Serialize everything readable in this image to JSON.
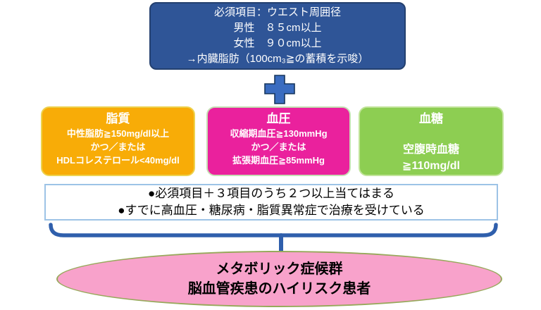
{
  "required_box": {
    "lines": [
      "必須項目：ウエスト周囲径",
      "男性　８５cm以上",
      "女性　９０cm以上",
      "→内臓脂肪（100cm₃≧の蓄積を示唆）"
    ],
    "fill_color": "#2F5597",
    "text_color": "#FFFFFF"
  },
  "plus_icon": {
    "name": "plus",
    "fill_color": "#3A6CC0",
    "border_color": "#17365D"
  },
  "criteria_boxes": [
    {
      "title": "脂質",
      "lines": [
        "中性脂肪≧150mg/dl以上",
        "かつ／または",
        "HDLコレステロール<40mg/dl"
      ],
      "fill_color": "#F8AC07",
      "border_color": "#EDD24F"
    },
    {
      "title": "血圧",
      "lines": [
        "収縮期血圧≧130mmHg",
        "かつ／または",
        "拡張期血圧≧85mmHg"
      ],
      "fill_color": "#EA219D",
      "border_color": "#C5E0B4"
    },
    {
      "title": "血糖",
      "lines": [
        "空腹時血糖",
        "≧110mg/dl"
      ],
      "fill_color": "#8DCE52",
      "border_color": "#C2E49B"
    }
  ],
  "condition_box": {
    "lines": [
      "●必須項目＋３項目のうち２つ以上当てはまる",
      "●すでに高血圧・糖尿病・脂質異常症で治療を受けている"
    ],
    "border_color": "#9DC3E6"
  },
  "brace": {
    "color": "#2F5FAC"
  },
  "result_ellipse": {
    "lines": [
      "メタボリック症候群",
      "脳血管疾患のハイリスク患者"
    ],
    "fill_color": "#F8A2CB",
    "border_color": "#97A95B"
  }
}
